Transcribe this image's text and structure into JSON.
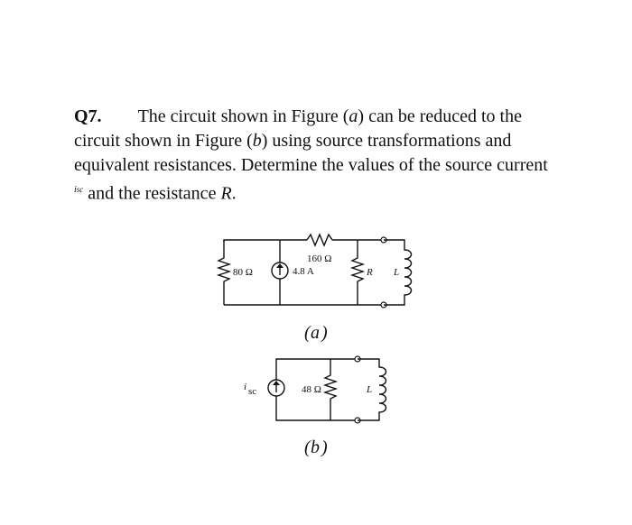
{
  "question": {
    "number": "Q7.",
    "text_before": "The circuit shown in Figure (",
    "fig_a_ref": "a",
    "text_mid": ") can be reduced to the circuit shown in Figure (",
    "fig_b_ref": "b",
    "text_after": ") using source transformations and equivalent resistances. Determine the values of the source current ",
    "isc_i": "i",
    "isc_sub": "sc",
    "text_end": " and the resistance ",
    "r_symbol": "R",
    "period": "."
  },
  "figure_a": {
    "r_top_label": "160 Ω",
    "r_left_label": "80 Ω",
    "source_label": "4.8 A",
    "r_label": "R",
    "l_label": "L",
    "caption_open": "(",
    "caption": "a",
    "caption_close": ")"
  },
  "figure_b": {
    "isc_i": "i",
    "isc_sub": "sc",
    "r_label": "48 Ω",
    "l_label": "L",
    "caption_open": "(",
    "caption": "b",
    "caption_close": ")"
  }
}
